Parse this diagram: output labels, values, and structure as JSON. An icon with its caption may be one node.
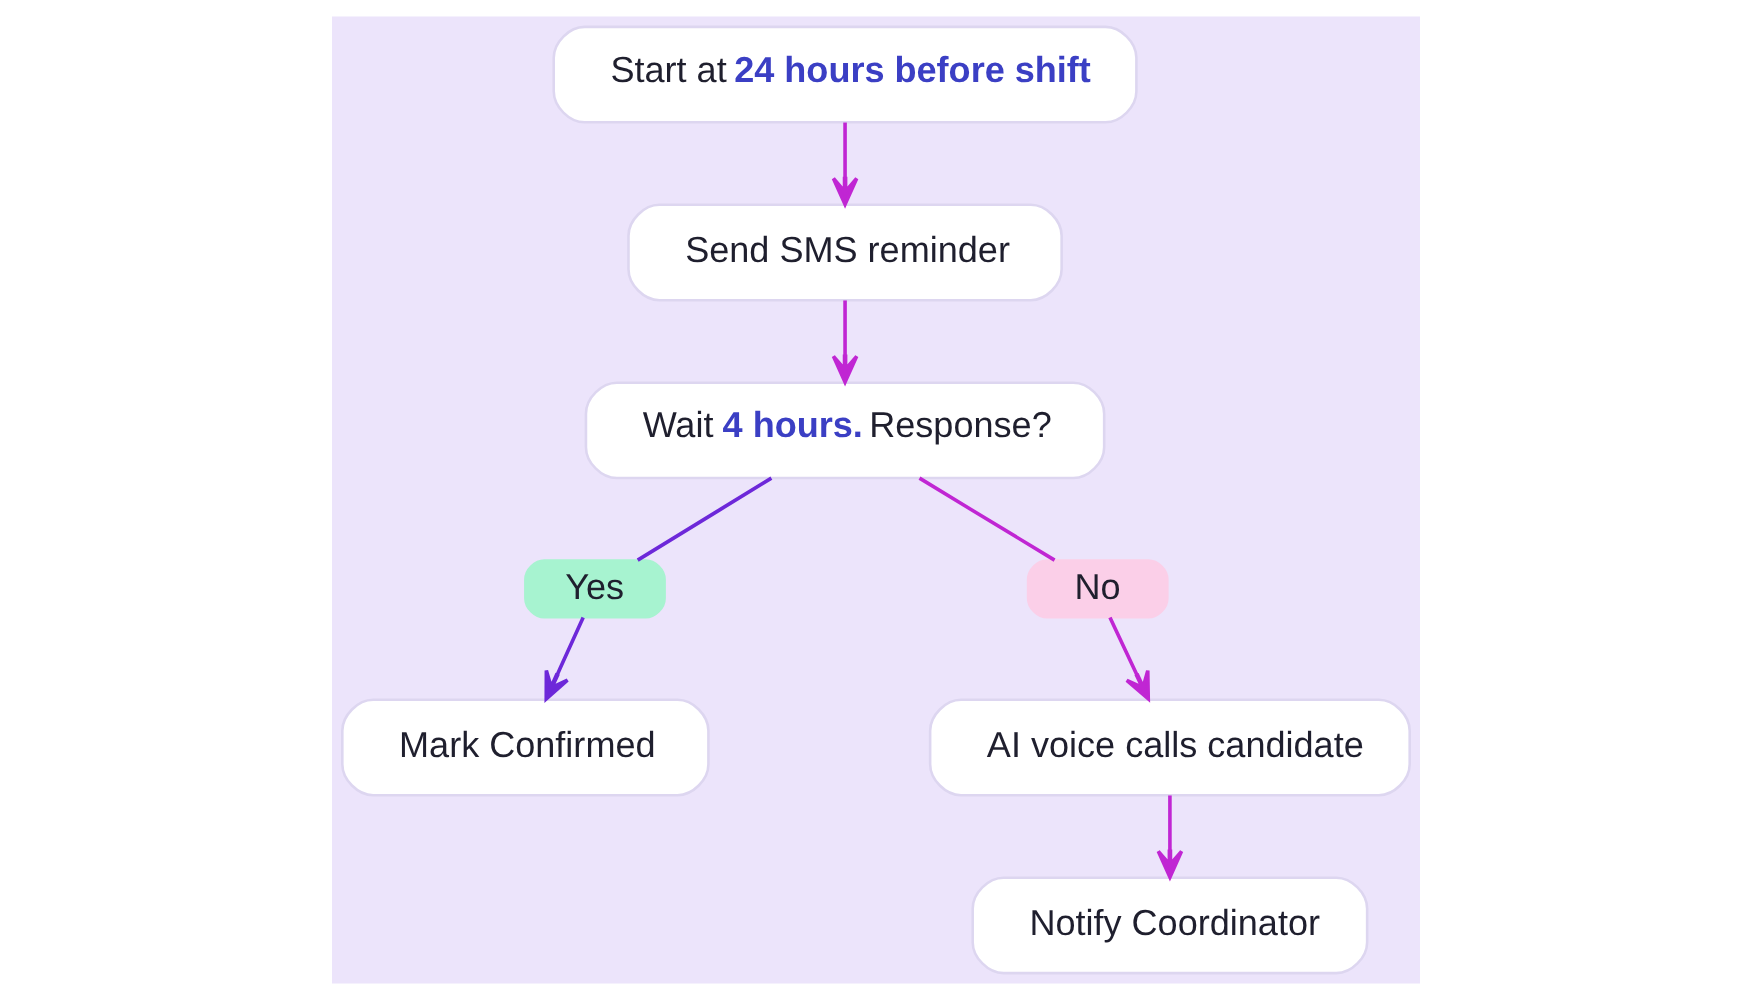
{
  "diagram": {
    "nodes": [
      {
        "text": [
          "Start at **24 hours before shift**"
        ]
      },
      {
        "text": [
          "Send SMS reminder"
        ]
      },
      {
        "text": [
          "Wait **4 hours.** Response?"
        ]
      },
      {
        "text": [
          "Yes"
        ]
      },
      {
        "text": [
          "No"
        ]
      },
      {
        "text": [
          "Mark Confirmed"
        ]
      },
      {
        "text": [
          "AI voice calls candidate"
        ]
      },
      {
        "text": [
          "Notify Coordinator"
        ]
      }
    ],
    "edges": [
      {
        "from": 0,
        "to": 1,
        "arrow": "to"
      },
      {
        "from": 1,
        "to": 2,
        "arrow": "to"
      },
      {
        "from": 2,
        "to": 3,
        "arrow": "none",
        "color": "#6d28d9"
      },
      {
        "from": 2,
        "to": 4,
        "arrow": "none"
      },
      {
        "from": 3,
        "to": 5,
        "arrow": "to",
        "color": "#6d28d9"
      },
      {
        "from": 4,
        "to": 6,
        "arrow": "to"
      },
      {
        "from": 6,
        "to": 7,
        "arrow": "to"
      }
    ]
  }
}
